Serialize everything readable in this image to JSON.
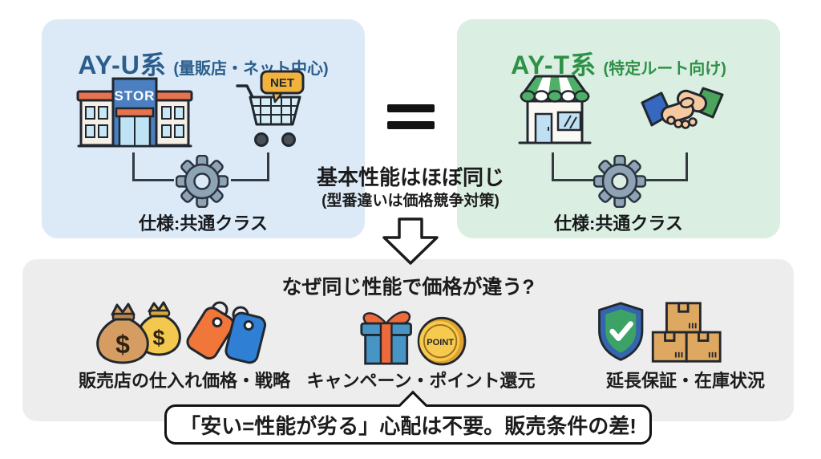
{
  "left_panel": {
    "title": "AY-U系",
    "subtitle": "(量販店・ネット中心)",
    "store_sign": "STOR",
    "net_badge": "NET",
    "spec_label": "仕様:共通クラス"
  },
  "right_panel": {
    "title": "AY-T系",
    "subtitle": "(特定ルート向け)",
    "spec_label": "仕様:共通クラス"
  },
  "comparison": {
    "equals_sign": "=",
    "headline": "基本性能はほぼ同じ",
    "subheadline": "(型番違いは価格競争対策)"
  },
  "reasons": {
    "title": "なぜ同じ性能で価格が違う?",
    "items": [
      {
        "label": "販売店の仕入れ価格・戦略",
        "icon": "money-bags-and-price-tags"
      },
      {
        "label": "キャンペーン・ポイント還元",
        "icon": "gift-box-and-point-coin"
      },
      {
        "label": "延長保証・在庫状況",
        "icon": "shield-check-and-stock-boxes"
      }
    ],
    "money_symbol": "$",
    "coin_label": "POINT"
  },
  "callout": {
    "text": "「安い=性能が劣る」心配は不要。販売条件の差!"
  },
  "colors": {
    "left_accent": "#2b5e8c",
    "left_bg": "#dceaf8",
    "right_accent": "#2e9148",
    "right_bg": "#daeee1",
    "bottom_bg": "#ededed",
    "outline": "#22272e",
    "gear": "#8ea3b4",
    "store_blue": "#4b7fc0",
    "roof_orange": "#e4734e",
    "awning_green": "#4fae67",
    "net_badge_bg": "#f2b33d",
    "tag_orange": "#f0763a",
    "tag_blue": "#2f7fd4",
    "bag_tan": "#d69d62",
    "bag_yellow": "#f3c84e",
    "gift_blue": "#4795c5",
    "ribbon_orange": "#ee6a3c",
    "coin_gold": "#f6c94f",
    "shield_green": "#3da265",
    "shield_border_blue": "#3465ae",
    "box_tan": "#dea861",
    "text": "#1c1c1c"
  }
}
